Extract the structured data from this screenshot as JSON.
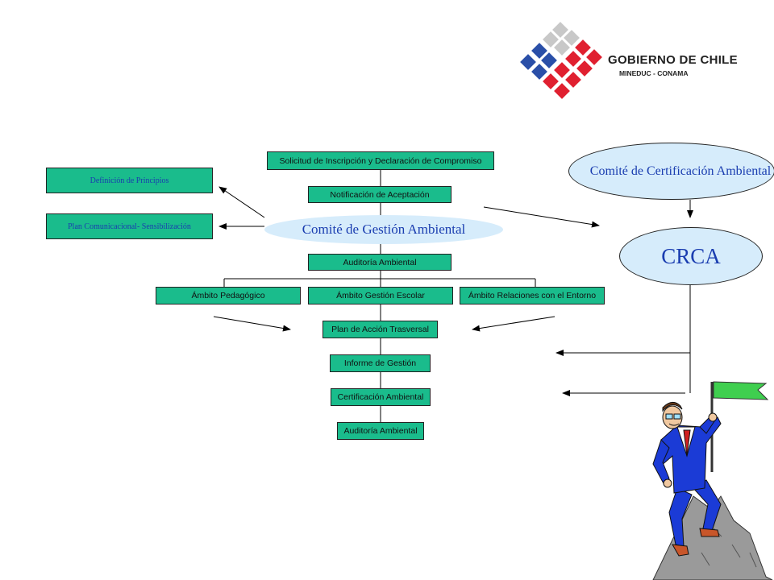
{
  "logo": {
    "title": "GOBIERNO DE CHILE",
    "subtitle": "MINEDUC - CONAMA",
    "colors": {
      "blue": "#2a4fa8",
      "red": "#e02030",
      "gray": "#c8c8c8"
    }
  },
  "flow": {
    "solicitud": "Solicitud de Inscripción y Declaración de Compromiso",
    "notificacion": "Notificación de Aceptación",
    "comite_gestion": "Comité de Gestión Ambiental",
    "auditoria_1": "Auditoría Ambiental",
    "ambito_pedagogico": "Ámbito Pedagógico",
    "ambito_gestion": "Ámbito Gestión Escolar",
    "ambito_relaciones": "Ámbito Relaciones con el Entorno",
    "plan_accion": "Plan de Acción Trasversal",
    "informe": "Informe de Gestión",
    "certificacion": "Certificación Ambiental",
    "auditoria_2": "Auditoría Ambiental"
  },
  "side": {
    "definicion": "Definición de Principios",
    "plan_comunicacional": "Plan Comunicacional- Sensibilización"
  },
  "right": {
    "comite_certificacion": "Comité de Certificación Ambiental",
    "crca": "CRCA"
  },
  "colors": {
    "box_fill": "#1abc8c",
    "ellipse_fill": "#d6ecfb",
    "ellipse_text": "#1a3db0"
  },
  "illustration": "businessman-with-green-flag-on-summit"
}
